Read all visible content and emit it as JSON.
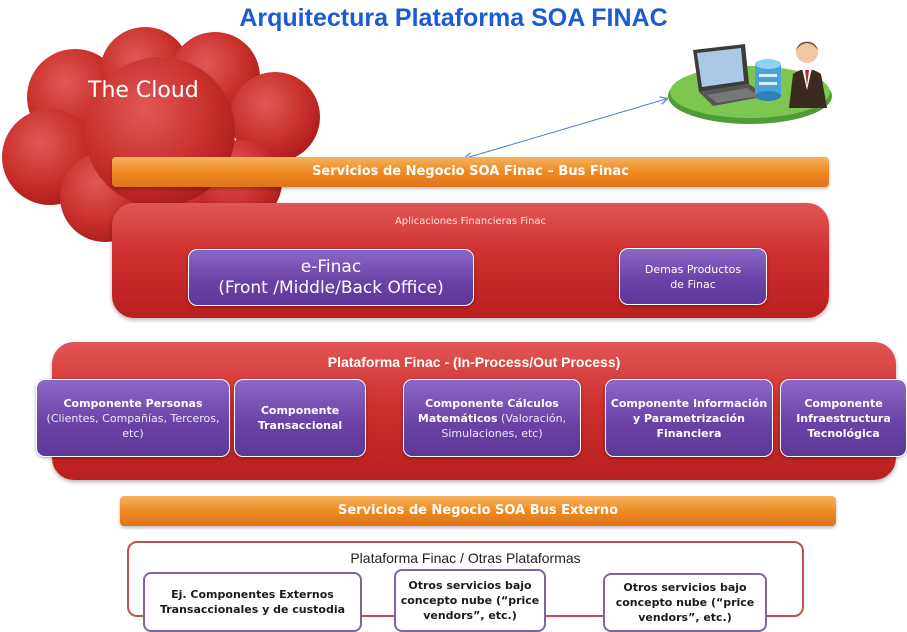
{
  "title": "Arquitectura Plataforma SOA FINAC",
  "cloud": {
    "label": "The Cloud"
  },
  "bus_finac": "Servicios de Negocio SOA Finac – Bus Finac",
  "apps": {
    "title": "Aplicaciones Financieras Finac",
    "efinac_line1": "e-Finac",
    "efinac_line2": "(Front /Middle/Back Office)",
    "demas_line1": "Demas Productos",
    "demas_line2": "de Finac"
  },
  "plataforma": {
    "title": "Plataforma Finac - (In-Process/Out Process)",
    "componentes": {
      "personas": {
        "bold": "Componente Personas",
        "light": "(Clientes, Compañías, Terceros, etc)"
      },
      "transaccional": {
        "bold": "Componente Transaccional"
      },
      "calculos": {
        "bold1": "Componente Cálculos",
        "bold2": "Matemáticos",
        "light1": " (Valoración,",
        "light2": "Simulaciones, etc)"
      },
      "informacion": {
        "bold": "Componente Información y Parametrización Financiera"
      },
      "infraestructura": {
        "bold": "Componente Infraestructura Tecnológica"
      }
    }
  },
  "bus_externo": "Servicios de Negocio SOA Bus Externo",
  "externo": {
    "title": "Plataforma Finac / Otras Plataformas",
    "ej_componentes": "Ej. Componentes Externos Transaccionales y de custodia",
    "otros_1": "Otros servicios bajo concepto nube (“price vendors”, etc.)",
    "otros_2": "Otros servicios bajo concepto nube (“price vendors”, etc.)"
  },
  "colors": {
    "title": "#1a5bd6",
    "cloud": "#c9302c",
    "orange_bar": "#ef8a21",
    "red_box": "#cf2f2f",
    "purple_box": "#6a43a6",
    "outline_red": "#c0504d",
    "outline_purple": "#8064a2"
  },
  "icons": [
    "laptop-icon",
    "database-icon",
    "user-icon"
  ]
}
